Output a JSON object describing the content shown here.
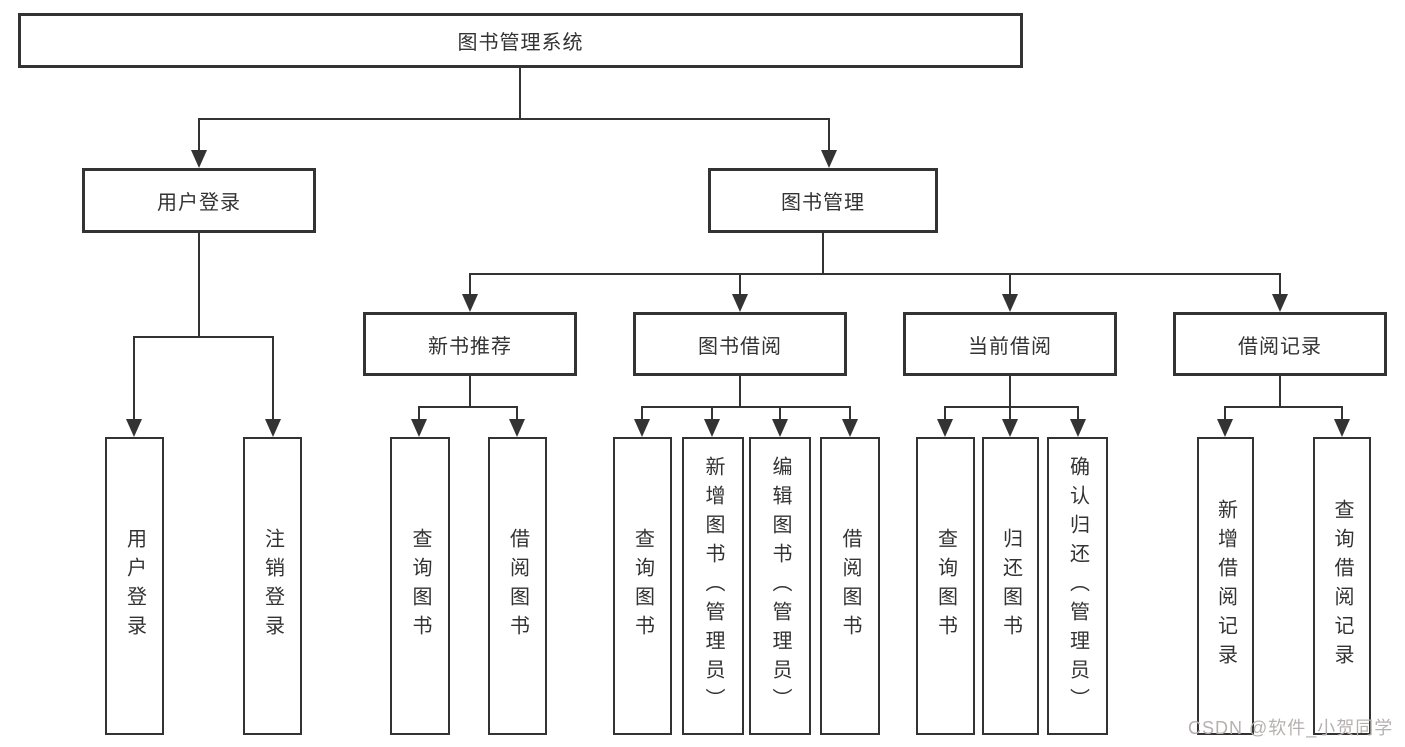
{
  "colors": {
    "line": "#333333",
    "text": "#333333",
    "background": "#ffffff",
    "watermark": "#b7b0b0"
  },
  "diagram": {
    "type": "hierarchy-tree",
    "root": {
      "label": "图书管理系统"
    },
    "level2": [
      {
        "label": "用户登录"
      },
      {
        "label": "图书管理"
      }
    ],
    "level3": [
      {
        "label": "新书推荐",
        "parent": "图书管理"
      },
      {
        "label": "图书借阅",
        "parent": "图书管理"
      },
      {
        "label": "当前借阅",
        "parent": "图书管理"
      },
      {
        "label": "借阅记录",
        "parent": "图书管理"
      }
    ],
    "leaves": [
      {
        "label": "用户登录",
        "parent": "用户登录"
      },
      {
        "label": "注销登录",
        "parent": "用户登录"
      },
      {
        "label": "查询图书",
        "parent": "新书推荐"
      },
      {
        "label": "借阅图书",
        "parent": "新书推荐"
      },
      {
        "label": "查询图书",
        "parent": "图书借阅"
      },
      {
        "label": "新增图书（管理员）",
        "parent": "图书借阅"
      },
      {
        "label": "编辑图书（管理员）",
        "parent": "图书借阅"
      },
      {
        "label": "借阅图书",
        "parent": "图书借阅"
      },
      {
        "label": "查询图书",
        "parent": "当前借阅"
      },
      {
        "label": "归还图书",
        "parent": "当前借阅"
      },
      {
        "label": "确认归还（管理员）",
        "parent": "当前借阅"
      },
      {
        "label": "新增借阅记录",
        "parent": "借阅记录"
      },
      {
        "label": "查询借阅记录",
        "parent": "借阅记录"
      }
    ]
  },
  "watermark": {
    "text": "CSDN @软件_小贺同学"
  }
}
